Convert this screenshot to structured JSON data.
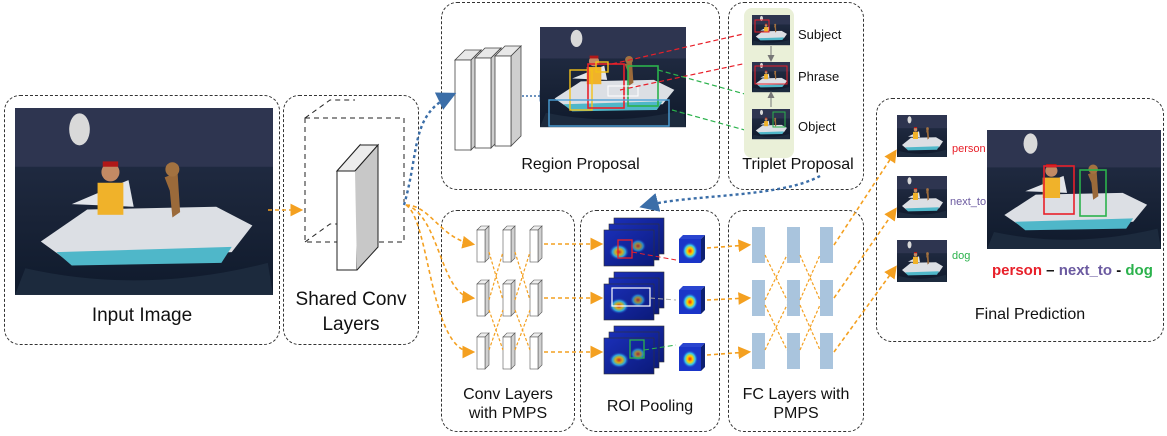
{
  "stages": {
    "input_image": "Input Image",
    "shared_conv": "Shared Conv Layers",
    "region_proposal": "Region Proposal",
    "triplet_proposal": "Triplet Proposal",
    "conv_pmps": "Conv Layers with PMPS",
    "roi_pooling": "ROI Pooling",
    "fc_pmps": "FC Layers with PMPS",
    "final_prediction": "Final Prediction"
  },
  "triplet": {
    "subject": "Subject",
    "phrase": "Phrase",
    "object": "Object"
  },
  "predictions": {
    "subject_label": "person",
    "predicate_label": "next_to",
    "object_label": "dog",
    "sentence": {
      "subject": "person",
      "sep1": " – ",
      "predicate": "next_to",
      "sep2": " - ",
      "object": "dog"
    }
  },
  "colors": {
    "subject": "#e8202a",
    "predicate": "#6b5aa0",
    "object": "#2bb24c",
    "arrow_orange": "#f4a020",
    "arrow_blue": "#3b6ea8",
    "fc_bar": "#a9c4dd"
  }
}
